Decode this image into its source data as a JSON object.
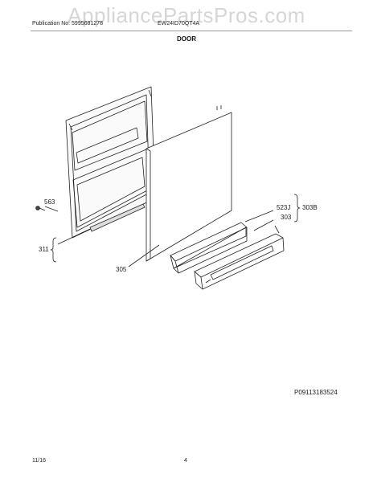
{
  "watermark": "AppliancePartsPros.com",
  "header": {
    "publication": "Publication No: 5995681278",
    "model": "EW24ID70QT4A",
    "section": "DOOR"
  },
  "labels": {
    "p563": "563",
    "p311": "311",
    "p305": "305",
    "p523j": "523J",
    "p303b": "303B",
    "p303": "303"
  },
  "footer": {
    "date": "11/16",
    "page": "4",
    "doc_id": "P09113183524"
  }
}
